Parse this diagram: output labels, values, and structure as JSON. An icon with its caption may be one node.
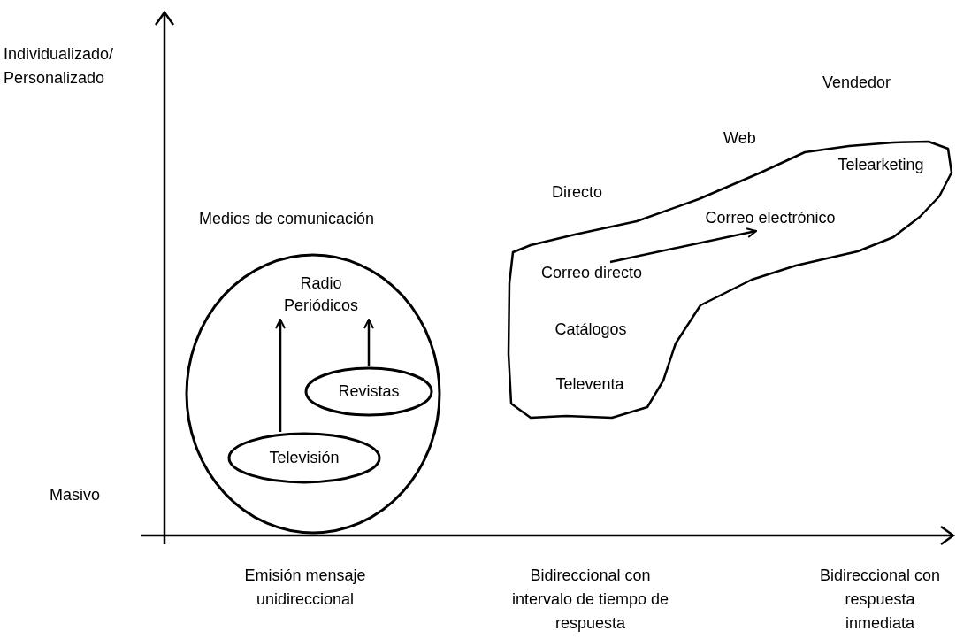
{
  "diagram": {
    "nodes": [
      {
        "text": [
          "Medios de comunicación"
        ]
      },
      {
        "text": [
          "Radio Periódicos"
        ],
        "in": 0
      },
      {
        "text": [
          "Revistas"
        ],
        "in": 0
      },
      {
        "text": [
          "Televisión"
        ],
        "in": 0
      },
      {
        "text": [],
        "shape": "cloud"
      },
      {
        "text": [
          "Telearketing"
        ],
        "in": 4
      },
      {
        "text": [
          "Correo electrónico"
        ],
        "in": 4
      },
      {
        "text": [
          "Correo directo"
        ],
        "in": 4
      },
      {
        "text": [
          "Catálogos"
        ],
        "in": 4
      },
      {
        "text": [
          "Televenta"
        ],
        "in": 4
      }
    ],
    "edges": [
      {
        "from": 3,
        "to": 1,
        "arrow": "to"
      },
      {
        "from": 2,
        "to": 1,
        "arrow": "to"
      },
      {
        "from": 7,
        "to": 6,
        "arrow": "to"
      }
    ],
    "labels": [
      "Individualizado/ Personalizado",
      "Vendedor",
      "Web",
      "Directo",
      "Masivo",
      "Emisión mensaje unidireccional",
      "Bidireccional con intervalo de tiempo de respuesta",
      "Bidireccional con respuesta inmediata"
    ]
  }
}
